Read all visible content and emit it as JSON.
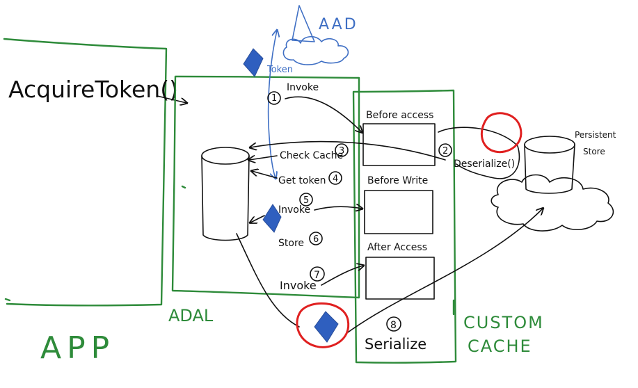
{
  "labels": {
    "acquire_token": "AcquireToken()",
    "app": "APP",
    "adal": "ADAL",
    "custom_cache": [
      "CUSTOM",
      "CACHE"
    ],
    "aad": "AAD",
    "token": "Token",
    "invoke_1": "Invoke",
    "check_cache": "Check Cache",
    "get_token": "Get token",
    "invoke_5": "Invoke",
    "store": "Store",
    "invoke_7": "Invoke",
    "before_access": "Before access",
    "before_write": "Before Write",
    "after_access": "After Access",
    "deserialize": "Deserialize()",
    "serialize": "Serialize",
    "persistent_store": [
      "Persistent",
      "Store"
    ]
  },
  "steps": {
    "s1": "1",
    "s2": "2",
    "s3": "3",
    "s4": "4",
    "s5": "5",
    "s6": "6",
    "s7": "7",
    "s8": "8"
  },
  "colors": {
    "green": "#2e8b3a",
    "blue": "#3f6fc4",
    "red": "#e02020",
    "ink": "#111111"
  }
}
